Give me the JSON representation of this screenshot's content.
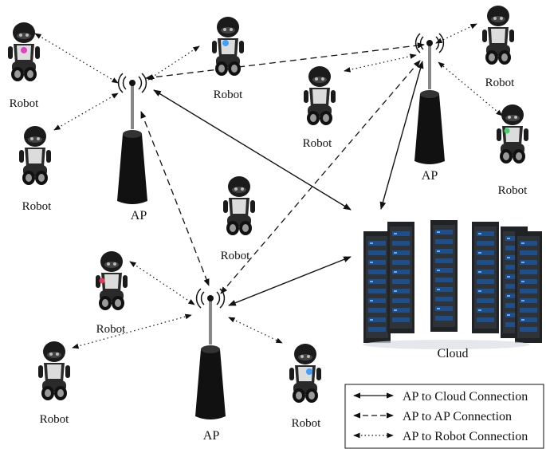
{
  "diagram": {
    "robot_label": "Robot",
    "ap_label": "AP",
    "cloud_label": "Cloud",
    "access_points": [
      {
        "id": "ap-left",
        "label": "AP"
      },
      {
        "id": "ap-right",
        "label": "AP"
      },
      {
        "id": "ap-bottom",
        "label": "AP"
      }
    ],
    "robots": [
      {
        "id": "robot-1",
        "label": "Robot",
        "accent": "#e040c8"
      },
      {
        "id": "robot-2",
        "label": "Robot",
        "accent": "#3fa0ff"
      },
      {
        "id": "robot-3",
        "label": "Robot",
        "accent": "#ffffff"
      },
      {
        "id": "robot-4",
        "label": "Robot",
        "accent": "#ffffff"
      },
      {
        "id": "robot-5",
        "label": "Robot",
        "accent": "#ffffff"
      },
      {
        "id": "robot-6",
        "label": "Robot",
        "accent": "#3fd46a"
      },
      {
        "id": "robot-7",
        "label": "Robot",
        "accent": "#ffffff"
      },
      {
        "id": "robot-8",
        "label": "Robot",
        "accent": "#e33b5a"
      },
      {
        "id": "robot-9",
        "label": "Robot",
        "accent": "#ffffff"
      },
      {
        "id": "robot-10",
        "label": "Robot",
        "accent": "#3fa0ff"
      }
    ],
    "cloud": {
      "label": "Cloud"
    }
  },
  "legend": {
    "items": [
      {
        "style": "solid",
        "label": "AP to Cloud Connection"
      },
      {
        "style": "dashed",
        "label": "AP to AP Connection"
      },
      {
        "style": "dotted",
        "label": "AP to Robot Connection"
      }
    ]
  },
  "colors": {
    "line": "#111111",
    "robot_body": "#1b1b1b",
    "server": "#202326",
    "server_led": "#2a7fe0"
  }
}
